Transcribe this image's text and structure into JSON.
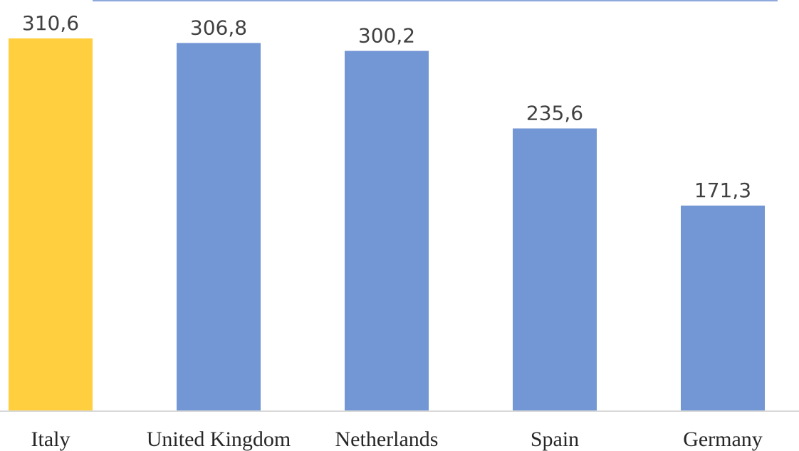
{
  "chart_data": {
    "type": "bar",
    "categories": [
      "Italy",
      "United Kingdom",
      "Netherlands",
      "Spain",
      "Germany"
    ],
    "values": [
      310.6,
      306.8,
      300.2,
      235.6,
      171.3
    ],
    "value_labels": [
      "310,6",
      "306,8",
      "300,2",
      "235,6",
      "171,3"
    ],
    "title": "",
    "xlabel": "",
    "ylabel": "",
    "ylim": [
      0,
      310.6
    ],
    "grid": false,
    "legend": "none",
    "colors": {
      "highlight": "#FFCF40",
      "default": "#7396D4",
      "axis": "#D9D9D9",
      "top_rule": "#8FA9DC"
    },
    "highlight_index": 0
  }
}
